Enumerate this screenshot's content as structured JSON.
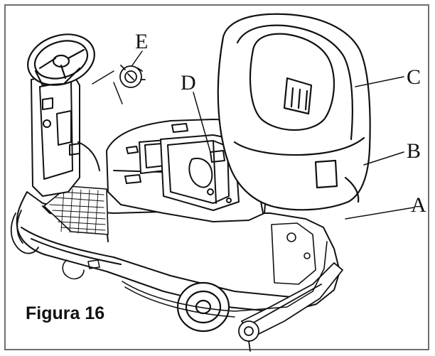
{
  "figure": {
    "caption": "Figura 16",
    "callouts": {
      "a": "A",
      "b": "B",
      "c": "C",
      "d": "D",
      "e": "E"
    }
  },
  "colors": {
    "line": "#111111",
    "frame": "#6f6f6f",
    "background": "#ffffff"
  }
}
